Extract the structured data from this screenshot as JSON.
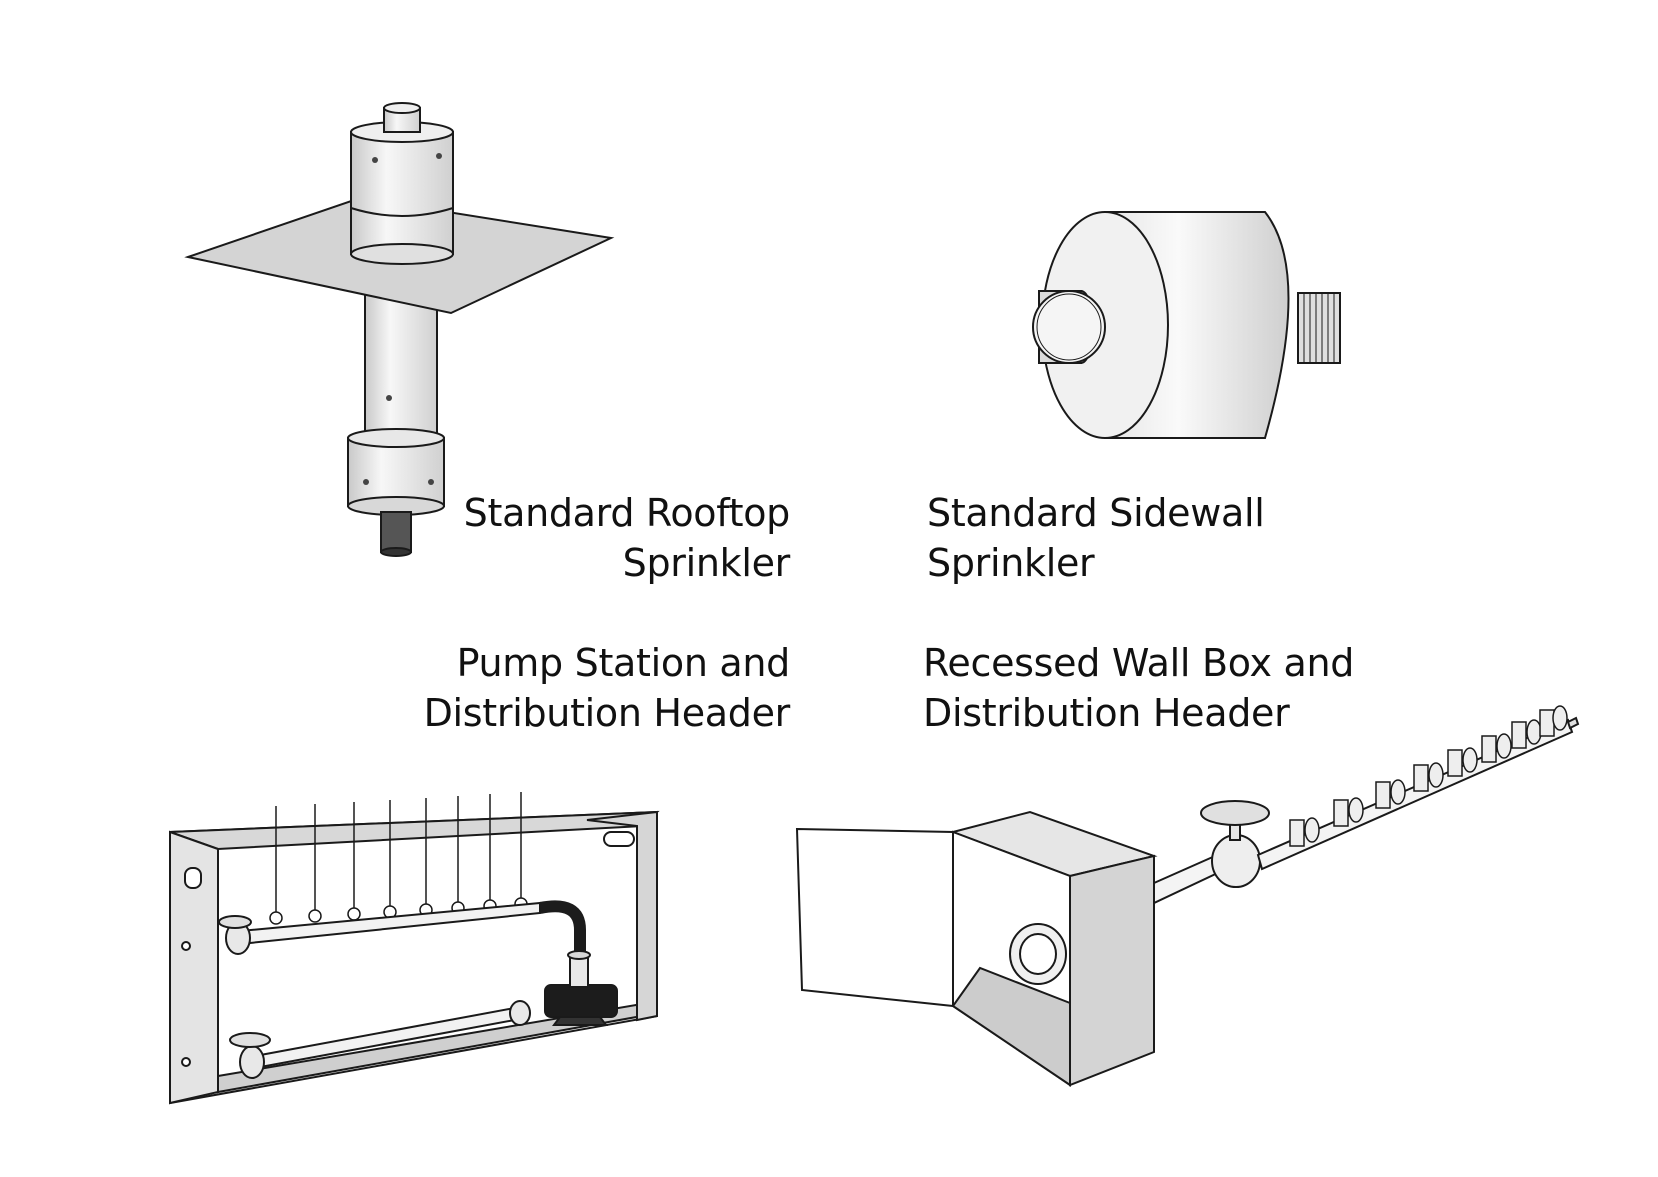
{
  "labels": {
    "rooftop": {
      "line1": "Standard Rooftop",
      "line2": "Sprinkler"
    },
    "sidewall": {
      "line1": "Standard Sidewall",
      "line2": "Sprinkler"
    },
    "pump": {
      "line1": "Pump Station and",
      "line2": "Distribution Header"
    },
    "wallbox": {
      "line1": "Recessed Wall Box and",
      "line2": "Distribution Header"
    }
  },
  "colors": {
    "stroke": "#1a1a1a",
    "fill_light": "#f4f4f4",
    "fill_mid": "#d9d9d9",
    "fill_dark": "#bdbdbd",
    "pump_black": "#1c1c1c"
  }
}
